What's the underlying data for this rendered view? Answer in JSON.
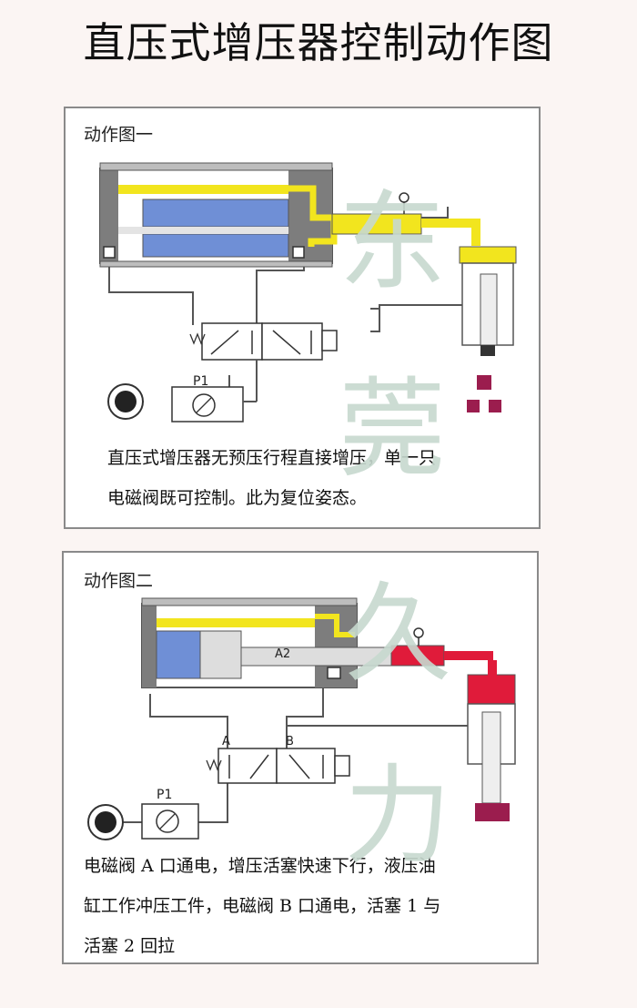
{
  "title": "直压式增压器控制动作图",
  "panel1": {
    "label": "动作图一",
    "valve_label": "P1",
    "caption_line1": "直压式增压器无预压行程直接增压，单一只",
    "caption_line2": "电磁阀既可控制。此为复位姿态。"
  },
  "panel2": {
    "label": "动作图二",
    "piston_label": "A2",
    "port_a": "A",
    "port_b": "B",
    "valve_label": "P1",
    "caption_line1": "电磁阀 A 口通电，增压活塞快速下行，液压油",
    "caption_line2": "缸工作冲压工件，电磁阀 B 口通电，活塞 1 与",
    "caption_line3": "活塞 2 回拉"
  },
  "watermark": [
    "东",
    "莞",
    "久",
    "力"
  ],
  "colors": {
    "cylinder_body": "#7d7d7d",
    "piston_blue": "#6f8fd6",
    "oil_yellow": "#f2e51e",
    "pressure_red": "#e01b3a",
    "part_magenta": "#9b1d4e",
    "line": "#555555"
  }
}
